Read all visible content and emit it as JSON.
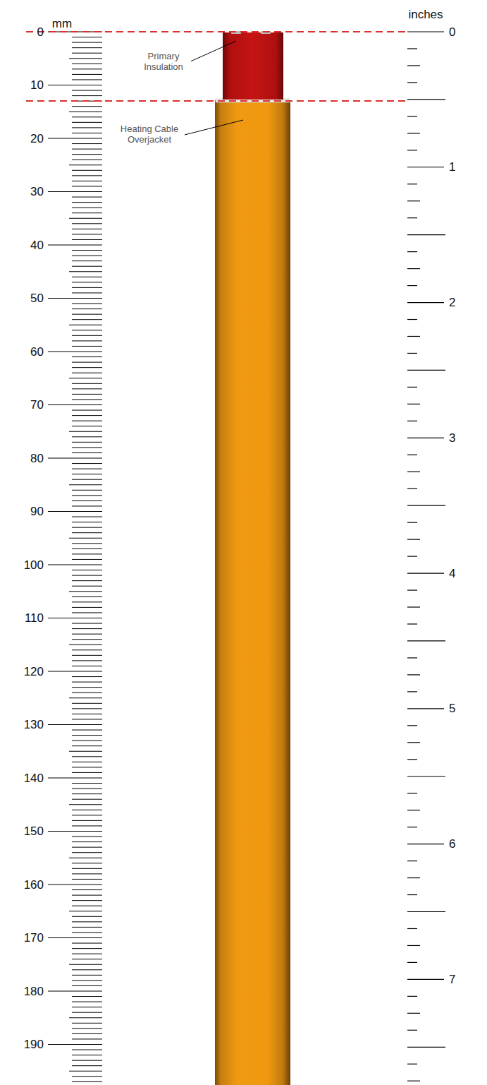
{
  "diagram": {
    "labels": [
      "mm",
      "0",
      "10",
      "20",
      "30",
      "40",
      "50",
      "60",
      "70",
      "80",
      "90",
      "100",
      "110",
      "120",
      "130",
      "140",
      "150",
      "160",
      "170",
      "180",
      "190",
      "inches",
      "0",
      "1",
      "2",
      "3",
      "4",
      "5",
      "6",
      "7",
      "Primary Insulation",
      "Heating Cable Overjacket"
    ]
  }
}
